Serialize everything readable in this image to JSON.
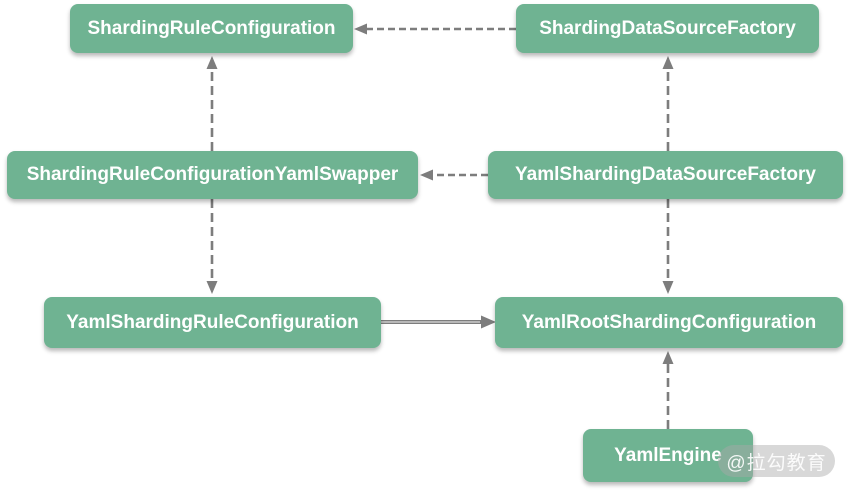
{
  "diagram": {
    "nodes": [
      {
        "id": "sharding-rule-configuration",
        "label": "ShardingRuleConfiguration"
      },
      {
        "id": "sharding-data-source-factory",
        "label": "ShardingDataSourceFactory"
      },
      {
        "id": "sharding-rule-configuration-yaml-swapper",
        "label": "ShardingRuleConfigurationYamlSwapper"
      },
      {
        "id": "yaml-sharding-data-source-factory",
        "label": "YamlShardingDataSourceFactory"
      },
      {
        "id": "yaml-sharding-rule-configuration",
        "label": "YamlShardingRuleConfiguration"
      },
      {
        "id": "yaml-root-sharding-configuration",
        "label": "YamlRootShardingConfiguration"
      },
      {
        "id": "yaml-engine",
        "label": "YamlEngine"
      }
    ],
    "edges": [
      {
        "from": "ShardingDataSourceFactory",
        "to": "ShardingRuleConfiguration",
        "style": "dashed",
        "direction": "left"
      },
      {
        "from": "YamlShardingDataSourceFactory",
        "to": "ShardingRuleConfigurationYamlSwapper",
        "style": "dashed",
        "direction": "left"
      },
      {
        "from": "ShardingRuleConfigurationYamlSwapper",
        "to": "ShardingRuleConfiguration",
        "style": "dashed",
        "direction": "up"
      },
      {
        "from": "ShardingRuleConfigurationYamlSwapper",
        "to": "YamlShardingRuleConfiguration",
        "style": "dashed",
        "direction": "down"
      },
      {
        "from": "YamlShardingDataSourceFactory",
        "to": "ShardingDataSourceFactory",
        "style": "dashed",
        "direction": "up"
      },
      {
        "from": "YamlShardingDataSourceFactory",
        "to": "YamlRootShardingConfiguration",
        "style": "dashed",
        "direction": "down"
      },
      {
        "from": "YamlShardingRuleConfiguration",
        "to": "YamlRootShardingConfiguration",
        "style": "solid",
        "direction": "right"
      },
      {
        "from": "YamlEngine",
        "to": "YamlRootShardingConfiguration",
        "style": "dashed",
        "direction": "up"
      }
    ]
  },
  "watermark": {
    "text": "@拉勾教育"
  },
  "colors": {
    "node_fill": "#6fb392",
    "node_text": "#ffffff",
    "line": "#7d7d7d",
    "background": "#ffffff",
    "watermark_bg": "rgba(168,168,168,0.45)",
    "watermark_text": "rgba(255,255,255,0.9)"
  }
}
